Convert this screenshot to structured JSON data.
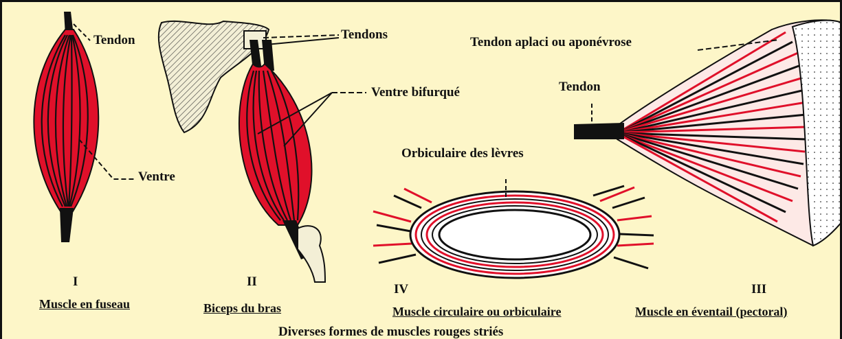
{
  "labels": {
    "tendon_1": "Tendon",
    "tendons": "Tendons",
    "ventre_bifurque": "Ventre bifurqué",
    "ventre": "Ventre",
    "orbiculaire_levres": "Orbiculaire des lèvres",
    "tendon_aplati": "Tendon aplaci ou aponévrose",
    "tendon_3": "Tendon"
  },
  "figures": [
    {
      "numeral": "I",
      "caption": "Muscle  en fuseau"
    },
    {
      "numeral": "II",
      "caption": "Biceps du bras"
    },
    {
      "numeral": "IV",
      "caption": "Muscle circulaire ou orbiculaire"
    },
    {
      "numeral": "III",
      "caption": "Muscle en éventail (pectoral)"
    }
  ],
  "title": "Diverses formes de muscles rouges striés",
  "colors": {
    "background": "#fdf6c8",
    "muscle_red": "#e0102a",
    "outline": "#111111",
    "bone": "#f3efd6"
  },
  "icons": [
    "fusiform-muscle",
    "biceps-muscle",
    "circular-muscle",
    "fan-muscle"
  ]
}
